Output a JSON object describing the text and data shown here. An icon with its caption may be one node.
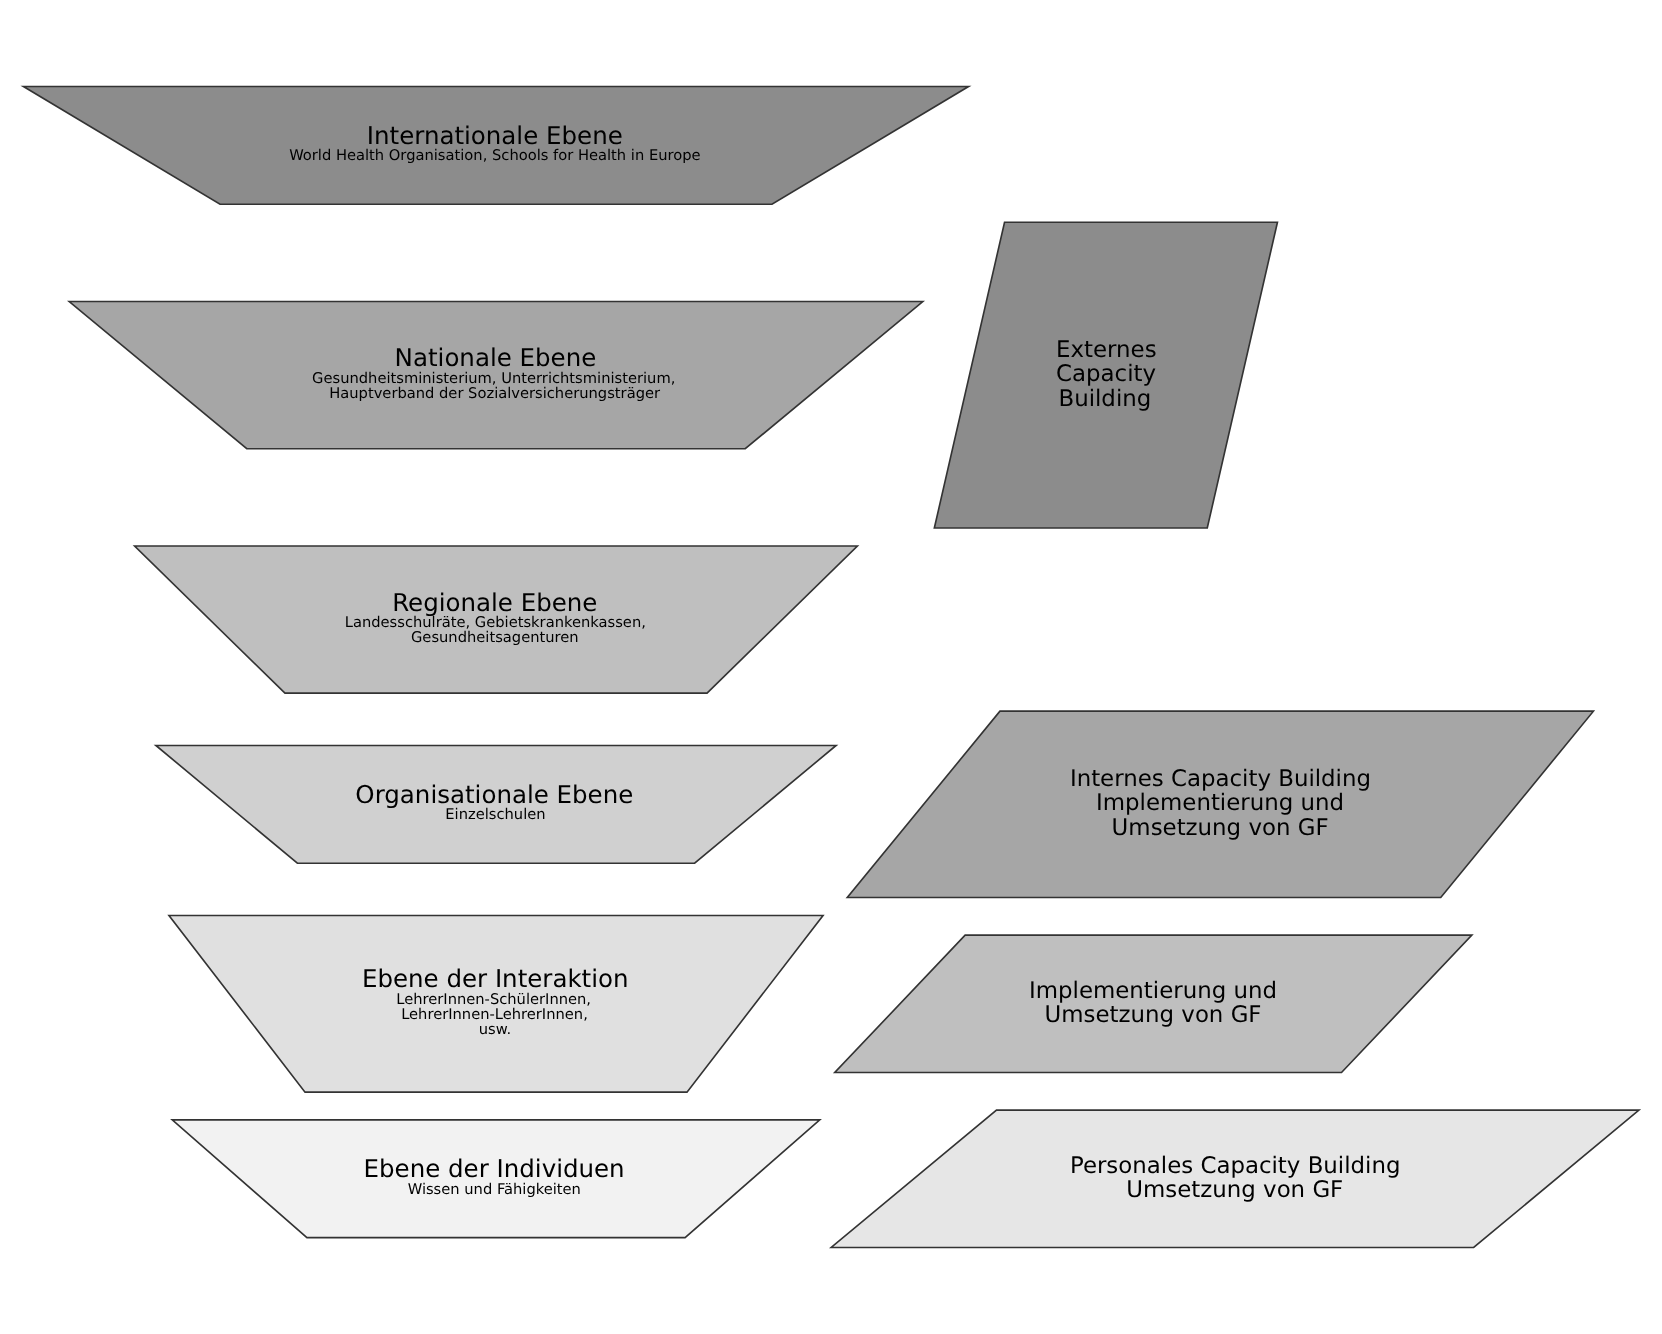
{
  "diagram": {
    "nodes": [
      {
        "text": [
          "Internationale Ebene",
          "World Health Organisation, Schools for Health in Europe"
        ]
      },
      {
        "text": [
          "Nationale Ebene",
          "Gesundheitsministerium, Unterrichtsministerium, Hauptverband der Sozialversicherungsträger"
        ]
      },
      {
        "text": [
          "Regionale Ebene",
          "Landesschulräte, Gebietskrankenkassen, Gesundheitsagenturen"
        ]
      },
      {
        "text": [
          "Externes Capacity Building"
        ]
      },
      {
        "text": [
          "Organisationale Ebene",
          "Einzelschulen"
        ]
      },
      {
        "text": [
          "Internes Capacity Building",
          "Implementierung und Umsetzung von GF"
        ]
      },
      {
        "text": [
          "Ebene der Interaktion",
          "LehrerInnen-SchülerInnen, LehrerInnen-LehrerInnen, usw."
        ]
      },
      {
        "text": [
          "Implementierung und Umsetzung von GF"
        ]
      },
      {
        "text": [
          "Ebene der Individuen",
          "Wissen und Fähigkeiten"
        ]
      },
      {
        "text": [
          "Personales Capacity Building",
          "Umsetzung von GF"
        ]
      }
    ],
    "edges": []
  }
}
